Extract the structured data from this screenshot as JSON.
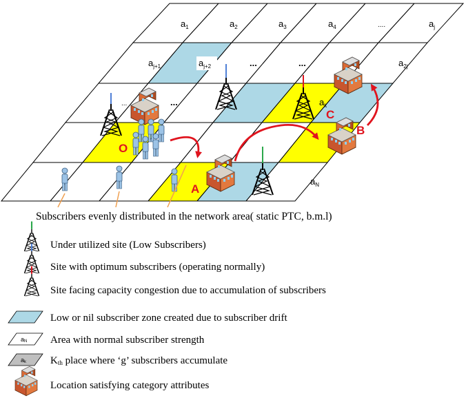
{
  "grid": {
    "row1": [
      "a",
      "a",
      "a",
      "a",
      "....",
      "a"
    ],
    "row1_subs": [
      "1",
      "2",
      "3",
      "4",
      "",
      "j"
    ],
    "row2_a_j1": "a",
    "row2_a_j1_sub": "j+1",
    "row2_a_j2": "a",
    "row2_a_j2_sub": "j+2",
    "row2_dots_1": "...",
    "row2_dots_2": "...",
    "row2_a_2j": "a",
    "row2_a_2j_sub": "2j",
    "row3_dots_1": "...",
    "row3_dots_2": "...",
    "row3_ak": "a",
    "row3_ak_sub": "k",
    "row5_aN": "a",
    "row5_aN_sub": "N"
  },
  "labels": {
    "O": "O",
    "A": "A",
    "B": "B",
    "C": "C"
  },
  "caption": "Subscribers evenly distributed in the network area( static PTC, b.m.l)",
  "legend": {
    "underutilized": "Under utilized site (Low Subscribers)",
    "optimum": "Site with optimum subscribers (operating normally)",
    "congestion": "Site facing capacity congestion due to accumulation of subscribers",
    "low_zone": "Low or nil subscriber zone created due to subscriber drift",
    "normal_icon_label": "a",
    "normal_icon_sub": "N",
    "normal_area": "Area with normal subscriber strength",
    "kth_icon_label": "a",
    "kth_icon_sub": "k",
    "kth_K": "K",
    "kth_th": "th",
    "kth_rest": " place where ‘g’ subscribers accumulate",
    "location": "Location satisfying category attributes"
  },
  "colors": {
    "low_zone": "#add8e6",
    "accumulate": "#ffff00",
    "arrow": "#e0141e",
    "tower_green": "#2aa84a",
    "tower_blue": "#4f7fd6",
    "tower_red": "#e0141e",
    "person": "#9cc3e6"
  }
}
